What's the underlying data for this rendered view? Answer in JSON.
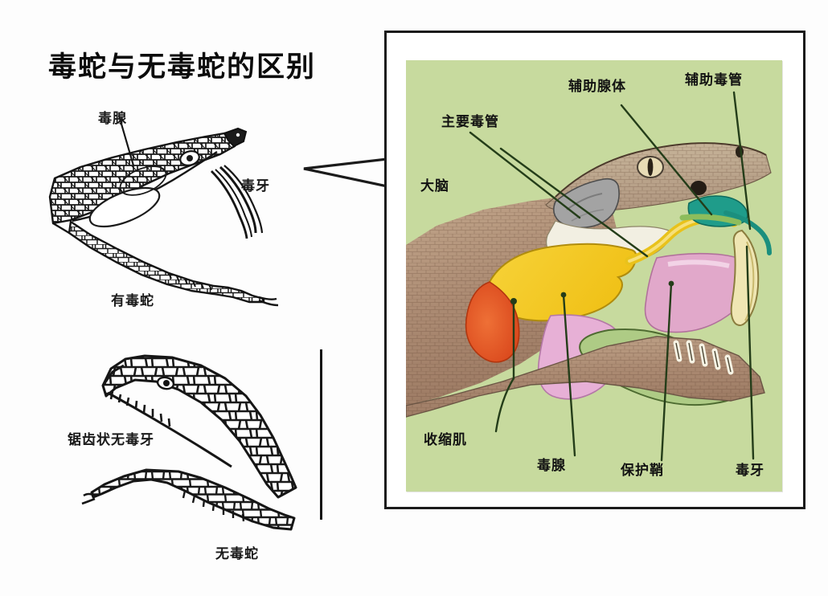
{
  "document": {
    "title": "毒蛇与无毒蛇的区别",
    "language": "zh"
  },
  "left_panel": {
    "venomous": {
      "caption": "有毒蛇",
      "labels": [
        {
          "id": "venom-gland",
          "text": "毒腺"
        },
        {
          "id": "venom-fang",
          "text": "毒牙"
        }
      ]
    },
    "nonvenomous": {
      "caption": "无毒蛇",
      "labels": [
        {
          "id": "serrated-teeth",
          "text": "锯齿状无毒牙"
        }
      ]
    }
  },
  "right_panel": {
    "labels": [
      {
        "id": "main-venom-duct",
        "text": "主要毒管"
      },
      {
        "id": "accessory-gland",
        "text": "辅助腺体"
      },
      {
        "id": "accessory-venom-duct",
        "text": "辅助毒管"
      },
      {
        "id": "brain",
        "text": "大脑"
      },
      {
        "id": "contractor-muscle",
        "text": "收缩肌"
      },
      {
        "id": "venom-gland",
        "text": "毒腺"
      },
      {
        "id": "protective-sheath",
        "text": "保护鞘"
      },
      {
        "id": "venom-fang",
        "text": "毒牙"
      }
    ],
    "colors": {
      "background": "#c7da9e",
      "frame": "#1b1b1b",
      "venom_gland": "#f5cd2a",
      "contractor_muscle": "#e2561f",
      "brain": "#9a9a9a",
      "sheath_pink": "#e4a8cf",
      "duct_teal": "#1f9c8a",
      "skin": "#b99a7f",
      "fang_cream": "#efe4ae",
      "leader_line": "#243d19"
    }
  }
}
